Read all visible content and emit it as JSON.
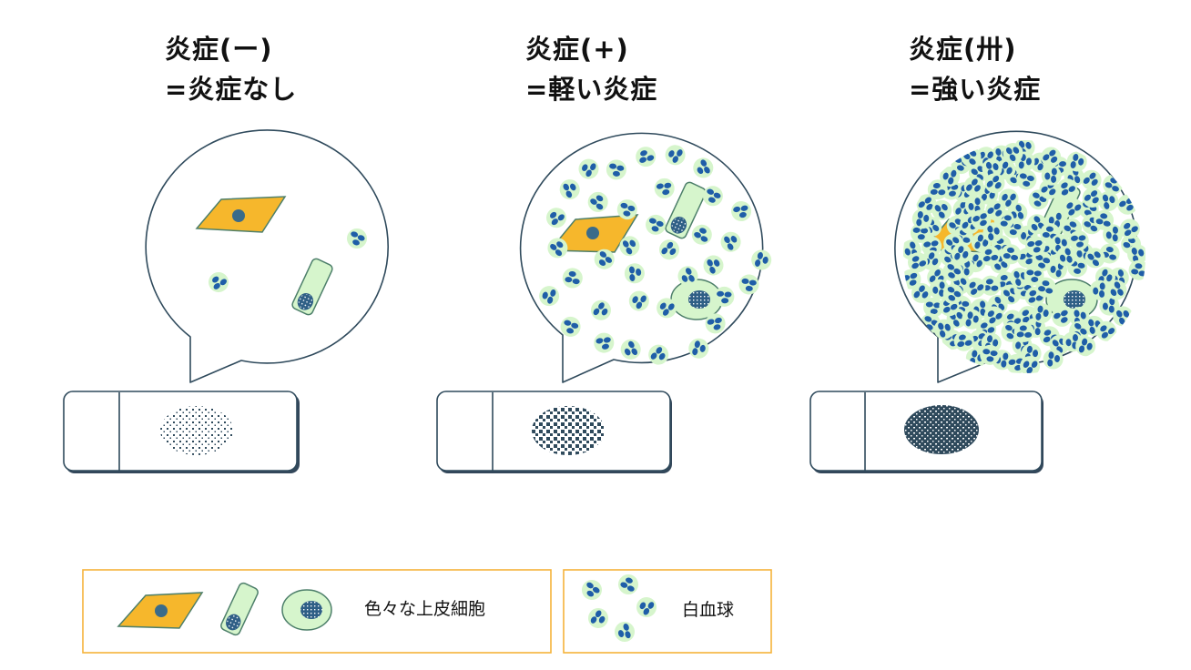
{
  "panels": [
    {
      "title_line1": "炎症(ー)",
      "title_line2": "=炎症なし",
      "leukocyte_count": 2,
      "smear_density": "sparse"
    },
    {
      "title_line1": "炎症(+)",
      "title_line2": "=軽い炎症",
      "leukocyte_count": 36,
      "smear_density": "medium"
    },
    {
      "title_line1": "炎症(卅)",
      "title_line2": "=強い炎症",
      "leukocyte_count": 150,
      "smear_density": "dense"
    }
  ],
  "legend": {
    "epithelial_label": "色々な上皮細胞",
    "leukocyte_label": "白血球"
  },
  "colors": {
    "epithelial_fill": "#f6b72c",
    "nucleus": "#3a6b8a",
    "cell_fill_green": "#d6f5cc",
    "outline_green": "#4d7f6a",
    "leukocyte_blue": "#1f5ea8",
    "outline_dark": "#2f4a5c",
    "legend_border": "#f5b23a"
  }
}
